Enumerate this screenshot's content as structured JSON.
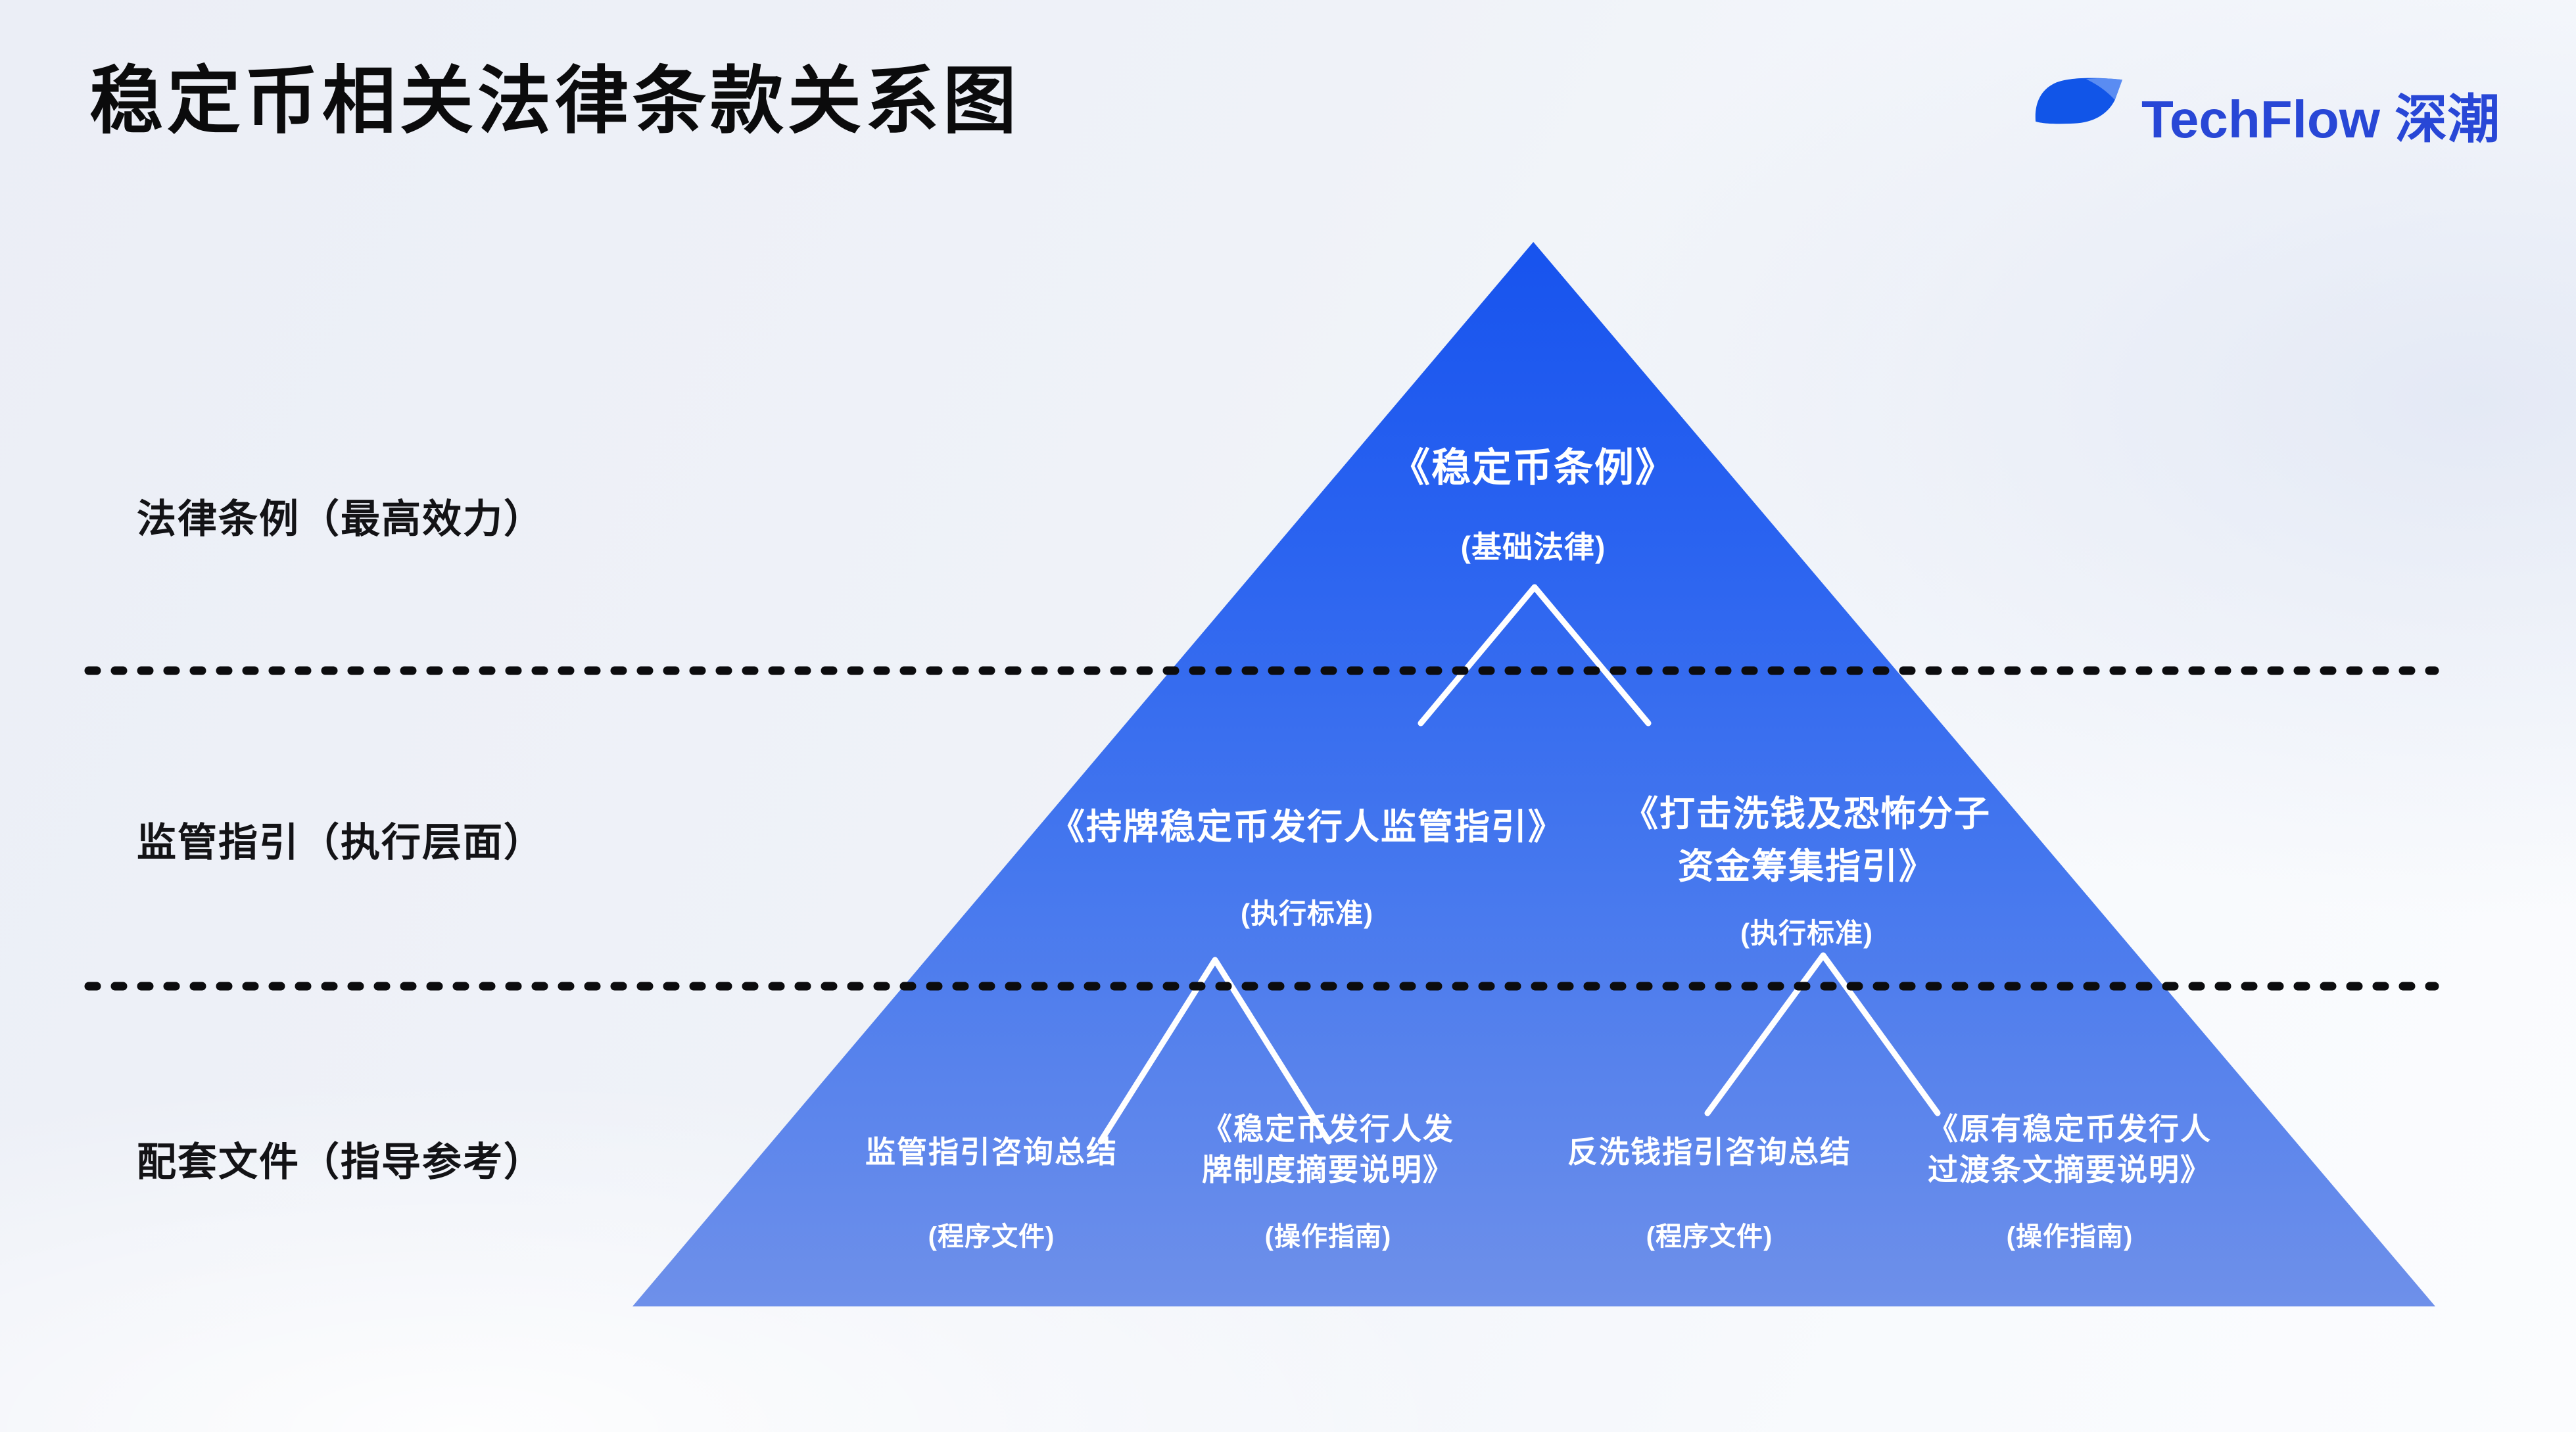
{
  "header": {
    "title": "稳定币相关法律条款关系图",
    "brand": "TechFlow 深潮"
  },
  "tier_labels": [
    {
      "label": "法律条例（最高效力）"
    },
    {
      "label": "监管指引（执行层面）"
    },
    {
      "label": "配套文件（指导参考）"
    }
  ],
  "pyramid": {
    "top_node": {
      "title": "《稳定币条例》",
      "subtitle": "(基础法律)"
    },
    "mid_left_node": {
      "title": "《持牌稳定币发行人监管指引》",
      "subtitle": "(执行标准)"
    },
    "mid_right_node": {
      "title_line1": "《打击洗钱及恐怖分子",
      "title_line2": "资金筹集指引》",
      "subtitle": "(执行标准)"
    },
    "bottom_nodes": [
      {
        "title_line1": "监管指引咨询总结",
        "subtitle": "(程序文件)"
      },
      {
        "title_line1": "《稳定币发行人发",
        "title_line2": "牌制度摘要说明》",
        "subtitle": "(操作指南)"
      },
      {
        "title_line1": "反洗钱指引咨询总结",
        "subtitle": "(程序文件)"
      },
      {
        "title_line1": "《原有稳定币发行人",
        "title_line2": "过渡条文摘要说明》",
        "subtitle": "(操作指南)"
      }
    ]
  },
  "colors": {
    "pyramid_top": "#1753ee",
    "pyramid_bottom": "#6e90ea",
    "brand_blue": "#2847d6",
    "brand_leaf_light": "#5a8cf2",
    "divider_line": "#0c0c0e",
    "connector_line": "#ffffff",
    "node_text": "#ffffff",
    "background": "#eef1f7",
    "heading_text": "#0b0b0c"
  }
}
